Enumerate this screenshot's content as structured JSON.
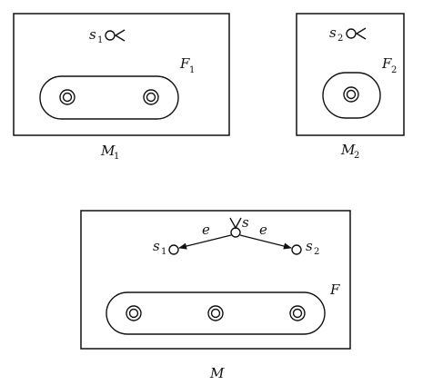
{
  "machines": [
    {
      "name": "M",
      "index": "1",
      "region_label": "F",
      "region_index": "1",
      "initial_state": {
        "name": "s",
        "index": "1"
      }
    },
    {
      "name": "M",
      "index": "2",
      "region_label": "F",
      "region_index": "2",
      "initial_state": {
        "name": "s",
        "index": "2"
      }
    },
    {
      "name": "M",
      "region_label": "F",
      "start_state": {
        "name": "s"
      },
      "transitions": [
        {
          "label": "e",
          "target": {
            "name": "s",
            "index": "1"
          }
        },
        {
          "label": "e",
          "target": {
            "name": "s",
            "index": "2"
          }
        }
      ]
    }
  ]
}
